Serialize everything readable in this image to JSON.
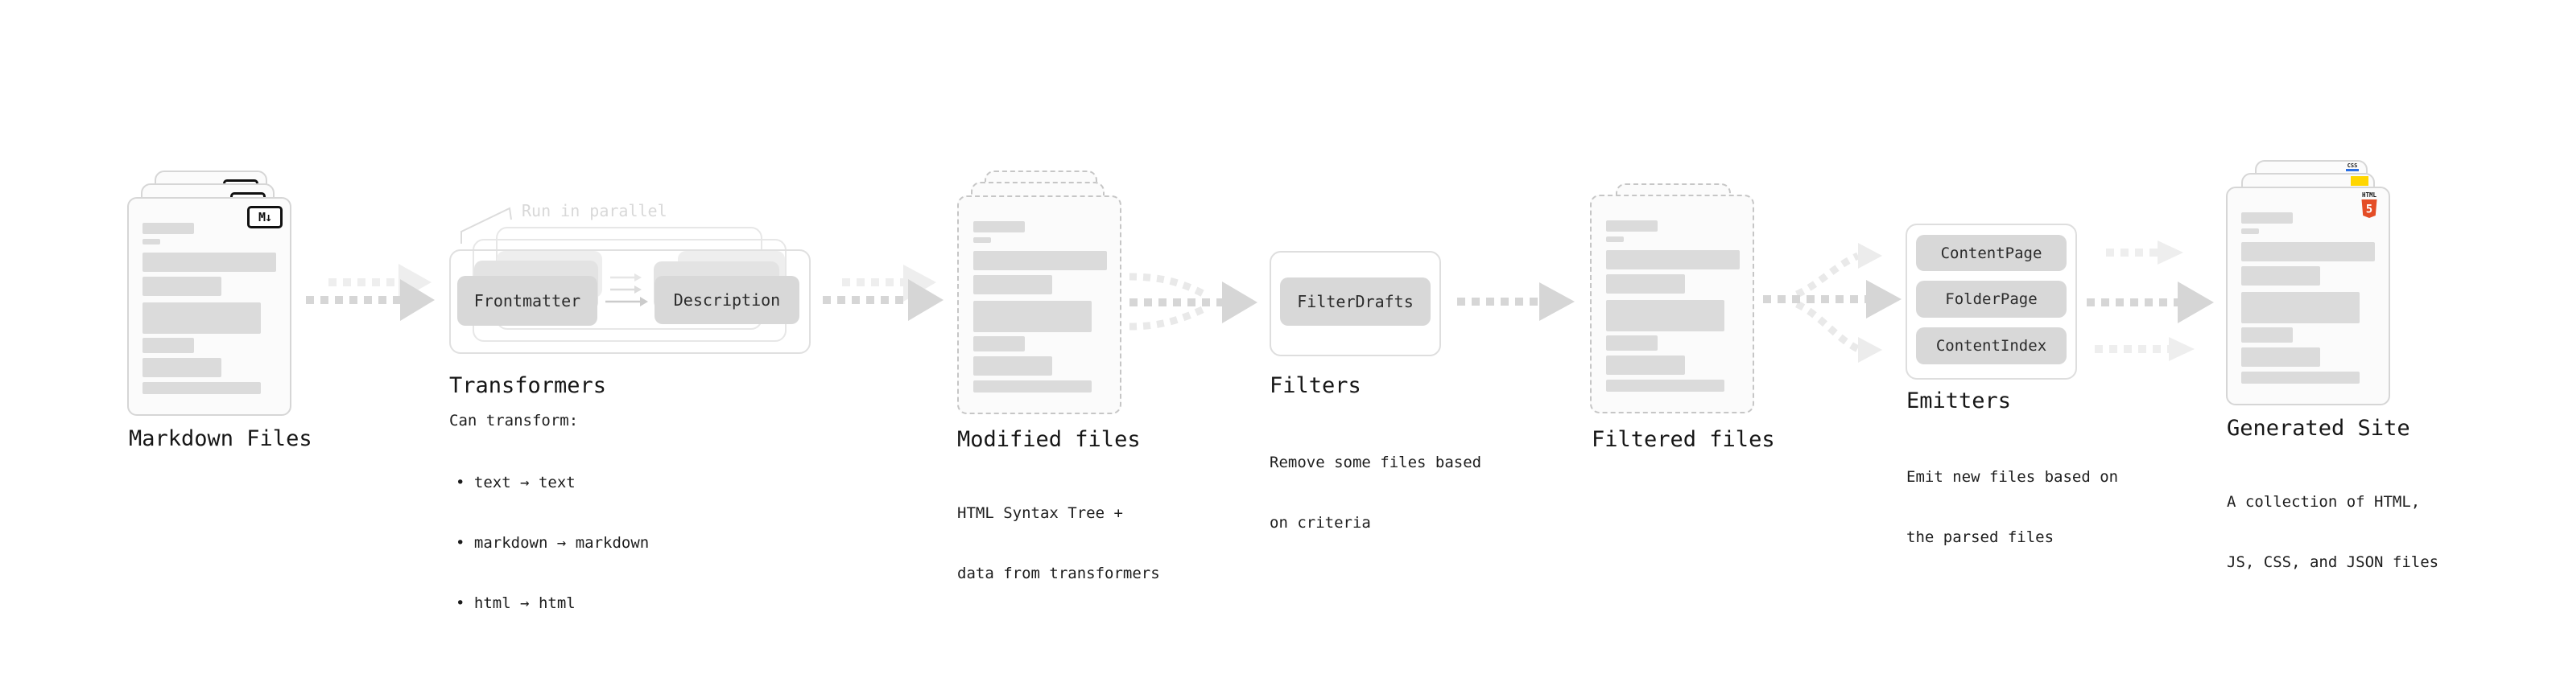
{
  "stages": {
    "markdown": {
      "title": "Markdown Files"
    },
    "transformers": {
      "title": "Transformers",
      "note": "Run in parallel",
      "box1": "Frontmatter",
      "box2": "Description",
      "desc": "Can transform:",
      "bullets": [
        "• text → text",
        "• markdown → markdown",
        "• html → html"
      ]
    },
    "modified": {
      "title": "Modified files",
      "desc": [
        "HTML Syntax Tree +",
        "data from transformers"
      ]
    },
    "filters": {
      "title": "Filters",
      "box1": "FilterDrafts",
      "desc": [
        "Remove some files based",
        "on criteria"
      ]
    },
    "filtered": {
      "title": "Filtered files"
    },
    "emitters": {
      "title": "Emitters",
      "boxes": [
        "ContentPage",
        "FolderPage",
        "ContentIndex"
      ],
      "desc": [
        "Emit new files based on",
        "the parsed files"
      ]
    },
    "generated": {
      "title": "Generated Site",
      "desc": [
        "A collection of HTML,",
        "JS, CSS, and JSON files"
      ]
    }
  },
  "badges": {
    "markdown": "M↓",
    "html_top": "HTML",
    "html_num": "5",
    "css": "CSS"
  },
  "colors": {
    "html5_orange": "#e44d26",
    "js_yellow": "#ffd600",
    "css_blue": "#2b6fe3",
    "arrow_dark": "#d6d6d6",
    "arrow_light": "#eeeeee"
  }
}
